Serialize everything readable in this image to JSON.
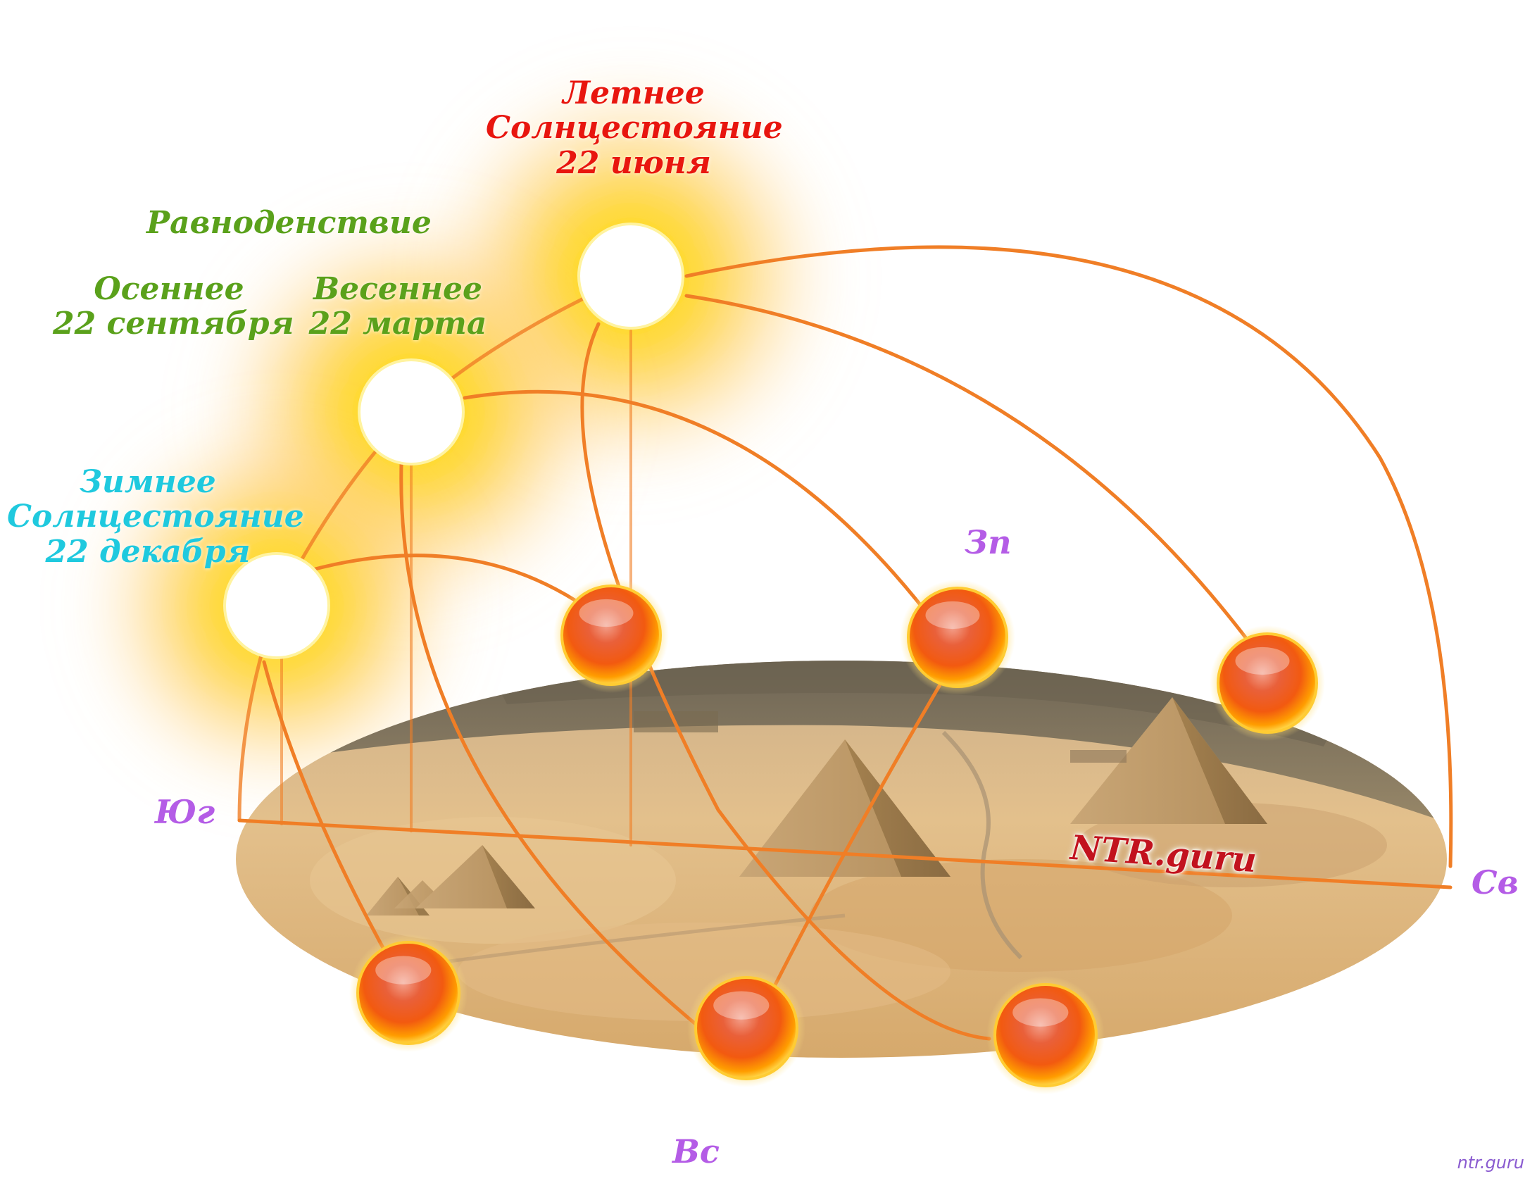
{
  "labels": {
    "summer": {
      "line1": "Летнее",
      "line2": "Солнцестояние",
      "line3": "22 июня"
    },
    "equinox": "Равноденствие",
    "autumn": {
      "name": "Осеннее",
      "date": "22 сентября"
    },
    "spring": {
      "name": "Весеннее",
      "date": "22 марта"
    },
    "winter": {
      "line1": "Зимнее",
      "line2": "Солнцестояние",
      "line3": "22 декабря"
    }
  },
  "directions": {
    "south": "Юг",
    "north": "Св",
    "west": "Зп",
    "east": "Вс"
  },
  "brand": "NTR.guru",
  "watermark": "ntr.guru",
  "colors": {
    "path_line": "#f07e26",
    "summer_text": "#e8160f",
    "equinox_text": "#5aa11b",
    "winter_text": "#1fc9de",
    "direction_text": "#b45ce6",
    "brand_text": "#c2121e",
    "sun_glow": "#ffd21a",
    "sand": "#d9b27a"
  },
  "icons": {
    "noon_sun": "glowing-white-sun-icon",
    "horizon_sun": "fiery-sun-icon",
    "ground": "giza-pyramids-landscape"
  }
}
